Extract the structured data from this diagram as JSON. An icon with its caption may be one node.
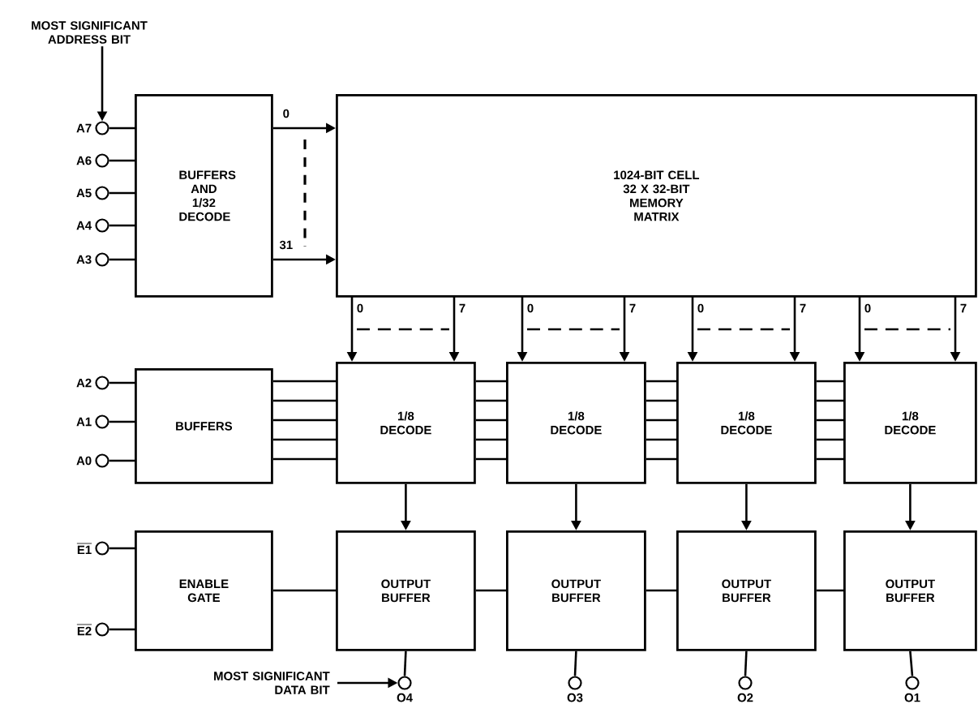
{
  "diagram": {
    "nodes": [
      {
        "text": [
          "MOST SIGNIFICANT ADDRESS BIT"
        ]
      },
      {
        "text": [
          "A7"
        ]
      },
      {
        "text": [
          "A6"
        ]
      },
      {
        "text": [
          "A5"
        ]
      },
      {
        "text": [
          "A4"
        ]
      },
      {
        "text": [
          "A3"
        ]
      },
      {
        "text": [
          "BUFFERS AND 1/32 DECODE"
        ]
      },
      {
        "text": [
          "1024-BIT CELL 32 X 32-BIT MEMORY MATRIX"
        ]
      },
      {
        "text": [
          "A2"
        ]
      },
      {
        "text": [
          "A1"
        ]
      },
      {
        "text": [
          "A0"
        ]
      },
      {
        "text": [
          "BUFFERS"
        ]
      },
      {
        "text": [
          "1/8 DECODE"
        ]
      },
      {
        "text": [
          "1/8 DECODE"
        ]
      },
      {
        "text": [
          "1/8 DECODE"
        ]
      },
      {
        "text": [
          "1/8 DECODE"
        ]
      },
      {
        "text": [
          "E1"
        ]
      },
      {
        "text": [
          "E2"
        ]
      },
      {
        "text": [
          "ENABLE GATE"
        ]
      },
      {
        "text": [
          "OUTPUT BUFFER"
        ]
      },
      {
        "text": [
          "OUTPUT BUFFER"
        ]
      },
      {
        "text": [
          "OUTPUT BUFFER"
        ]
      },
      {
        "text": [
          "OUTPUT BUFFER"
        ]
      },
      {
        "text": [
          "MOST SIGNIFICANT DATA BIT"
        ]
      },
      {
        "text": [
          "O4"
        ]
      },
      {
        "text": [
          "O3"
        ]
      },
      {
        "text": [
          "O2"
        ]
      },
      {
        "text": [
          "O1"
        ]
      }
    ],
    "edges": [
      {
        "from": 0,
        "to": 1,
        "arrow": "to"
      },
      {
        "from": 1,
        "to": 6,
        "arrow": "none"
      },
      {
        "from": 2,
        "to": 6,
        "arrow": "none"
      },
      {
        "from": 3,
        "to": 6,
        "arrow": "none"
      },
      {
        "from": 4,
        "to": 6,
        "arrow": "none"
      },
      {
        "from": 5,
        "to": 6,
        "arrow": "none"
      },
      {
        "from": 6,
        "to": 7,
        "arrow": "to",
        "label": "0"
      },
      {
        "from": 6,
        "to": 7,
        "arrow": "to",
        "label": "31"
      },
      {
        "from": 7,
        "to": 12,
        "arrow": "to",
        "label": "0"
      },
      {
        "from": 7,
        "to": 12,
        "arrow": "to",
        "label": "7"
      },
      {
        "from": 7,
        "to": 13,
        "arrow": "to",
        "label": "0"
      },
      {
        "from": 7,
        "to": 13,
        "arrow": "to",
        "label": "7"
      },
      {
        "from": 7,
        "to": 14,
        "arrow": "to",
        "label": "0"
      },
      {
        "from": 7,
        "to": 14,
        "arrow": "to",
        "label": "7"
      },
      {
        "from": 7,
        "to": 15,
        "arrow": "to",
        "label": "0"
      },
      {
        "from": 7,
        "to": 15,
        "arrow": "to",
        "label": "7"
      },
      {
        "from": 8,
        "to": 11,
        "arrow": "none"
      },
      {
        "from": 9,
        "to": 11,
        "arrow": "none"
      },
      {
        "from": 10,
        "to": 11,
        "arrow": "none"
      },
      {
        "from": 11,
        "to": 12,
        "arrow": "none"
      },
      {
        "from": 12,
        "to": 13,
        "arrow": "none"
      },
      {
        "from": 13,
        "to": 14,
        "arrow": "none"
      },
      {
        "from": 14,
        "to": 15,
        "arrow": "none"
      },
      {
        "from": 12,
        "to": 19,
        "arrow": "to"
      },
      {
        "from": 13,
        "to": 20,
        "arrow": "to"
      },
      {
        "from": 14,
        "to": 21,
        "arrow": "to"
      },
      {
        "from": 15,
        "to": 22,
        "arrow": "to"
      },
      {
        "from": 16,
        "to": 18,
        "arrow": "none"
      },
      {
        "from": 17,
        "to": 18,
        "arrow": "none"
      },
      {
        "from": 18,
        "to": 19,
        "arrow": "none"
      },
      {
        "from": 19,
        "to": 20,
        "arrow": "none"
      },
      {
        "from": 20,
        "to": 21,
        "arrow": "none"
      },
      {
        "from": 21,
        "to": 22,
        "arrow": "none"
      },
      {
        "from": 19,
        "to": 24,
        "arrow": "none"
      },
      {
        "from": 20,
        "to": 25,
        "arrow": "none"
      },
      {
        "from": 21,
        "to": 26,
        "arrow": "none"
      },
      {
        "from": 22,
        "to": 27,
        "arrow": "none"
      },
      {
        "from": 23,
        "to": 24,
        "arrow": "to"
      }
    ]
  }
}
